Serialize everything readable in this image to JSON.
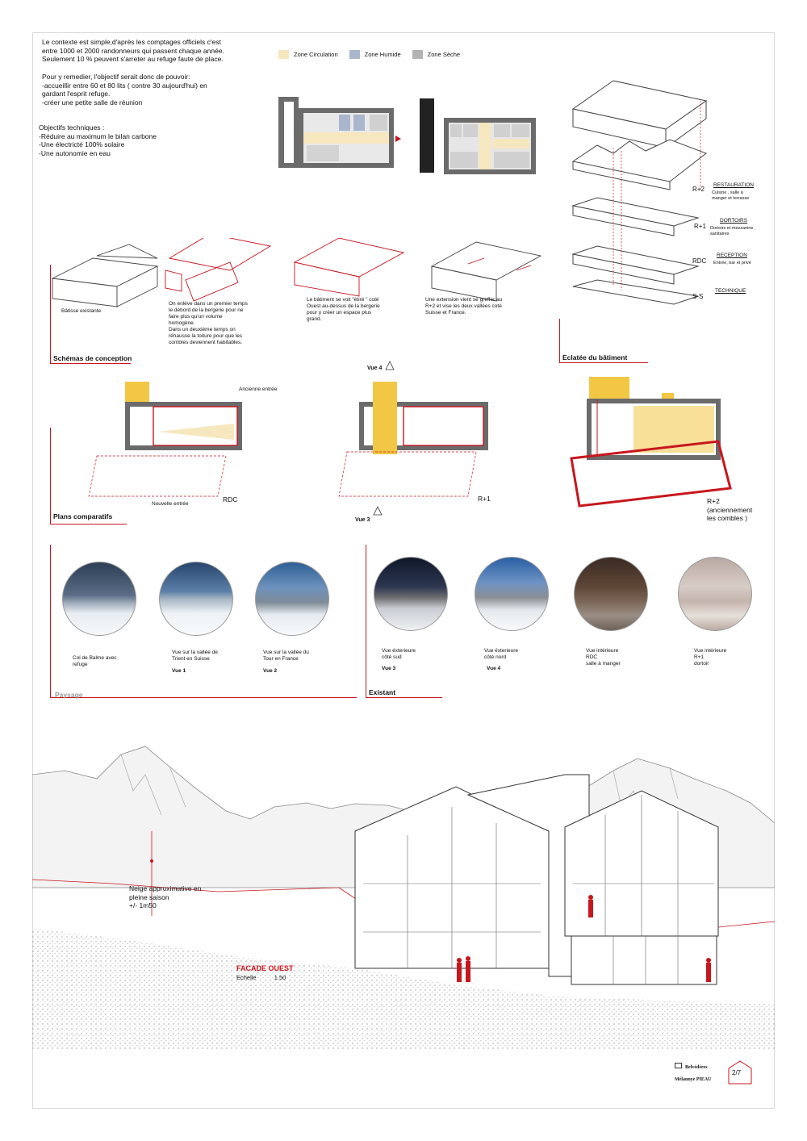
{
  "intro": {
    "context": "Le contexte est simple,d'après les comptages officiels c'est\nentre 1000 et 2000 randonneurs qui passent chaque année.\nSeulement 10 % peuvent s'arreter au refuge faute de place.",
    "goals": "Pour y remedier, l'objectif serait donc de pouvoir:\n-accueillir entre 60 et 80 lits ( contre 30 aujourd'hui) en\ngardant l'esprit refuge.\n-créer  une petite salle de réunion",
    "technical": "Objectifs techniques :\n-Réduire au maximum le bilan carbone\n-Une électricté 100% solaire\n-Une autonomie en eau"
  },
  "legend": {
    "items": [
      {
        "label": "Zone Circulation",
        "color": "#f6e7bf"
      },
      {
        "label": "Zone Humide",
        "color": "#a9b6cc"
      },
      {
        "label": "Zone Sèche",
        "color": "#b3b3b3"
      }
    ]
  },
  "exploded": {
    "title": "Eclatée du bâtiment",
    "levels": [
      {
        "code": "R+2",
        "name": "RESTAURATION",
        "desc": "Cuisine , salle à\nmanger et terrasse"
      },
      {
        "code": "R+1",
        "name": "DORTOIRS",
        "desc": "Dortoirs et mezzanine ,\nsanitaires"
      },
      {
        "code": "RDC",
        "name": "RECEPTION",
        "desc": "Entrée, bar et privé"
      },
      {
        "code": "S-S",
        "name": "TECHNIQUE",
        "desc": ""
      }
    ]
  },
  "concept": {
    "title": "Schémas de conception",
    "captions": [
      "Bâtisse existante",
      "On enlève dans un premier temps\nle débord de la bergerie pour ne\nfaire plus qu'un volume\nhomogène.\nDans un deuxième temps on\nréhausse la toiture pour que les\ncombles deviennent habitables.",
      "Le bâtiment se voit \"étiré \" coté\nOuest au-dessus de la bergerie\npour y créer un espace plus\ngrand.",
      "Une extension vient se greffer au\nR+2 et vise les deux vallées coté\nSuisse  et France."
    ]
  },
  "plans": {
    "title": "Plans comparatifs",
    "old_entrance": "Ancienne entrée",
    "new_entrance": "Nouvelle entrée",
    "rdc": "RDC",
    "r1": "R+1",
    "r2": "R+2\n(anciennement\nles combles )",
    "vue4": "Vue 4",
    "vue3": "Vue 3"
  },
  "paysage": {
    "title": "Paysage",
    "items": [
      {
        "caption": "Col de Balme avec\nrefuge",
        "vue": ""
      },
      {
        "caption": "Vue sur la vallée de\nTrient en Suisse",
        "vue": "Vue 1"
      },
      {
        "caption": "Vue sur la vallée du\nTour en France",
        "vue": "Vue 2"
      }
    ]
  },
  "existant": {
    "title": "Existant",
    "items": [
      {
        "caption": "Vue éxterieure\ncôté sud",
        "vue": "Vue 3"
      },
      {
        "caption": "Vue éxterieure\ncôté nord",
        "vue": "Vue 4"
      },
      {
        "caption": "Vue intérieure\nRDC\nsalle à manger",
        "vue": ""
      },
      {
        "caption": "Vue intérieure\nR+1\ndortoir",
        "vue": ""
      }
    ]
  },
  "facade": {
    "snow_note": "Neige approximative en\npleine saison\n+/- 1m50",
    "title": "FACADE OUEST",
    "scale_label": "Echelle",
    "scale_value": "1.50"
  },
  "footer": {
    "project": "Belvédères",
    "author": "Mélannye PIEAU",
    "page": "2/7"
  },
  "colors": {
    "accent_red": "#c8161d",
    "yellow": "#f2c744",
    "wall_grey": "#6b6b6b"
  }
}
